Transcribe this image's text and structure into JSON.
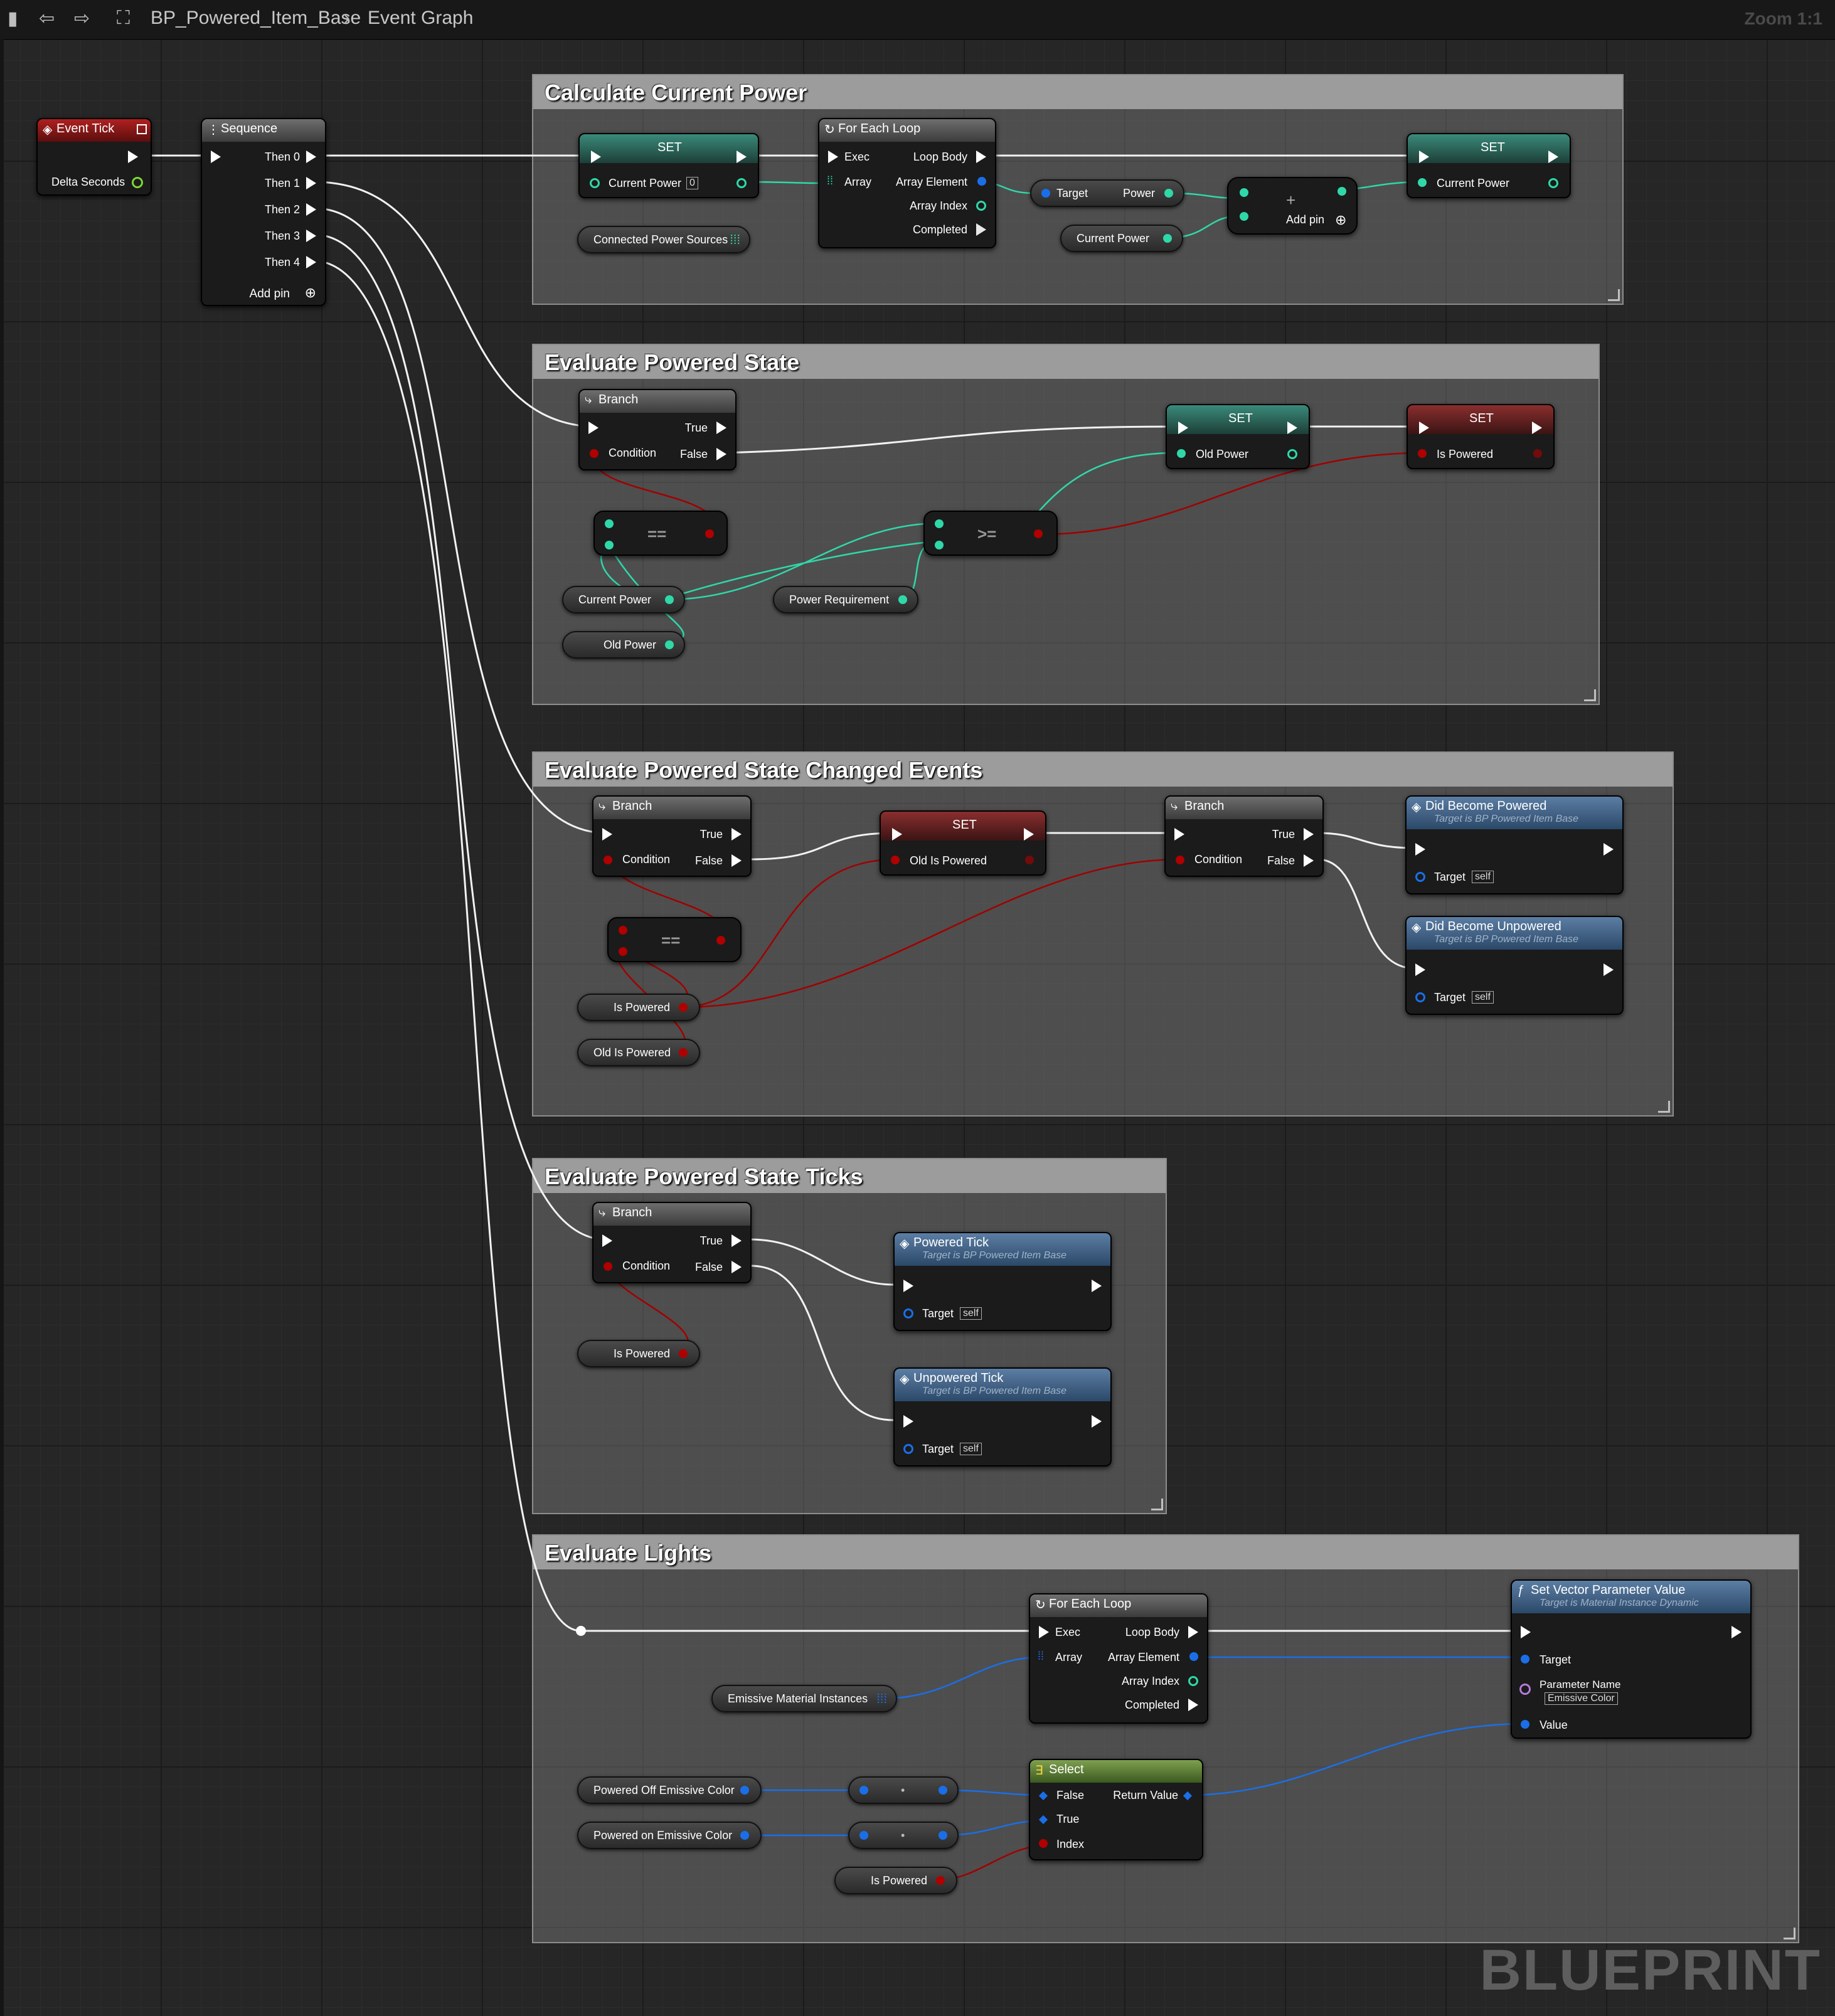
{
  "toolbar": {
    "breadcrumb_blueprint": "BP_Powered_Item_Base",
    "breadcrumb_graph": "Event Graph",
    "zoom": "Zoom 1:1"
  },
  "watermark": "BLUEPRINT",
  "colors": {
    "exec": "#ffffff",
    "float_pin": "#2fd8a9",
    "bool_pin": "#b00000",
    "object_pin": "#1a6fe8",
    "vector_pin": "#f5c518",
    "name_pin": "#b57bd9"
  },
  "comments": {
    "calc": "Calculate Current Power",
    "eval": "Evaluate Powered State",
    "changed": "Evaluate Powered State Changed Events",
    "ticks": "Evaluate Powered State Ticks",
    "lights": "Evaluate Lights"
  },
  "nodes": {
    "event_tick": {
      "title": "Event Tick",
      "delta": "Delta Seconds"
    },
    "sequence": {
      "title": "Sequence",
      "pins": [
        "Then 0",
        "Then 1",
        "Then 2",
        "Then 3",
        "Then 4"
      ],
      "add_pin": "Add pin"
    },
    "set_current_power_1": {
      "title": "SET",
      "pin": "Current Power",
      "default": "0"
    },
    "connected_sources": {
      "label": "Connected Power Sources"
    },
    "foreach1": {
      "title": "For Each Loop",
      "exec": "Exec",
      "array": "Array",
      "loop_body": "Loop Body",
      "element": "Array Element",
      "index": "Array Index",
      "completed": "Completed"
    },
    "target_power": {
      "target": "Target",
      "power": "Power"
    },
    "current_power_get1": {
      "label": "Current Power"
    },
    "add_node": {
      "label": "Add pin"
    },
    "set_current_power_2": {
      "title": "SET",
      "pin": "Current Power"
    },
    "branch1": {
      "title": "Branch",
      "true": "True",
      "false": "False",
      "condition": "Condition"
    },
    "set_old_power": {
      "title": "SET",
      "pin": "Old Power"
    },
    "set_is_powered": {
      "title": "SET",
      "pin": "Is Powered"
    },
    "eq1": {
      "op": "=="
    },
    "gte": {
      "op": ">="
    },
    "current_power_get2": {
      "label": "Current Power"
    },
    "power_req": {
      "label": "Power Requirement"
    },
    "old_power_get": {
      "label": "Old Power"
    },
    "branch2": {
      "title": "Branch",
      "true": "True",
      "false": "False",
      "condition": "Condition"
    },
    "set_old_is_powered": {
      "title": "SET",
      "pin": "Old Is Powered"
    },
    "branch3": {
      "title": "Branch",
      "true": "True",
      "false": "False",
      "condition": "Condition"
    },
    "did_become_powered": {
      "title": "Did Become Powered",
      "sub": "Target is BP Powered Item Base",
      "target": "Target",
      "self": "self"
    },
    "did_become_unpowered": {
      "title": "Did Become Unpowered",
      "sub": "Target is BP Powered Item Base",
      "target": "Target",
      "self": "self"
    },
    "eq2": {
      "op": "=="
    },
    "is_powered_get1": {
      "label": "Is Powered"
    },
    "old_is_powered_get": {
      "label": "Old Is Powered"
    },
    "branch4": {
      "title": "Branch",
      "true": "True",
      "false": "False",
      "condition": "Condition"
    },
    "powered_tick": {
      "title": "Powered Tick",
      "sub": "Target is BP Powered Item Base",
      "target": "Target",
      "self": "self"
    },
    "unpowered_tick": {
      "title": "Unpowered Tick",
      "sub": "Target is BP Powered Item Base",
      "target": "Target",
      "self": "self"
    },
    "is_powered_get2": {
      "label": "Is Powered"
    },
    "foreach2": {
      "title": "For Each Loop",
      "exec": "Exec",
      "array": "Array",
      "loop_body": "Loop Body",
      "element": "Array Element",
      "index": "Array Index",
      "completed": "Completed"
    },
    "emissive_instances": {
      "label": "Emissive Material Instances"
    },
    "set_vector": {
      "title": "Set Vector Parameter Value",
      "sub": "Target is Material Instance Dynamic",
      "target": "Target",
      "param": "Parameter Name",
      "param_value": "Emissive Color",
      "value": "Value"
    },
    "powered_off_color": {
      "label": "Powered Off Emissive Color"
    },
    "powered_on_color": {
      "label": "Powered on Emissive Color"
    },
    "select": {
      "title": "Select",
      "false": "False",
      "true": "True",
      "index": "Index",
      "return": "Return Value"
    },
    "is_powered_get3": {
      "label": "Is Powered"
    }
  }
}
